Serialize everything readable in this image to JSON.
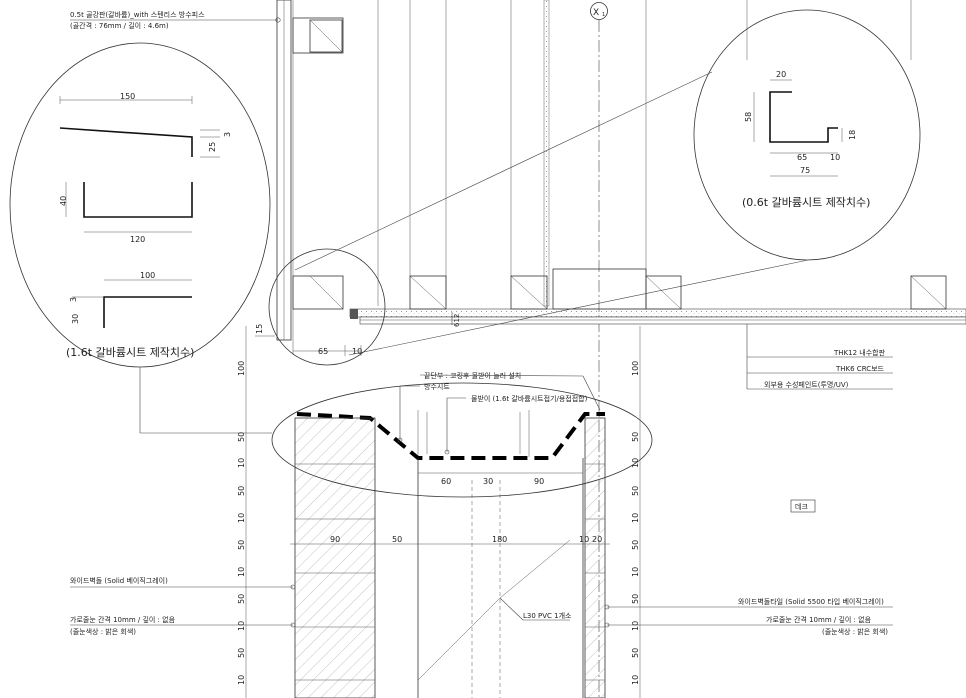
{
  "notes": {
    "top_left_line1": "0.5t 골강판(갈바륨)_with 스텐리스 방수피스",
    "top_left_line2": "(골간격 : 76mm / 길이 : 4.6m)",
    "grid_marker": "X",
    "grid_marker_sub": "1"
  },
  "detail_left": {
    "caption": "(1.6t 갈바륨시트 제작치수)",
    "dims": {
      "a": "150",
      "b": "3",
      "c": "25",
      "d": "40",
      "e": "120",
      "f": "100",
      "g": "3",
      "h": "30"
    }
  },
  "detail_right": {
    "caption": "(0.6t 갈바륨시트 제작치수)",
    "dims": {
      "a": "20",
      "b": "58",
      "c": "18",
      "d": "65",
      "e": "10",
      "f": "75"
    }
  },
  "small_circle_dims": {
    "a": "15",
    "b": "65",
    "c": "10"
  },
  "right_labels": {
    "l1": "THK12 내수합판",
    "l2": "THK6 CRC보드",
    "l3": "외부용 수성페인트(투명/UV)"
  },
  "gutter_labels": {
    "l1": "끝단부 : 코킹후 물받이 늘러 설치",
    "l2": "방수시트",
    "l3": "물받이 (1.6t 갈바륨시트접기/용접접합)"
  },
  "gutter_dims": {
    "a": "60",
    "b": "30",
    "c": "90",
    "mid": "612"
  },
  "wall_dims": {
    "a": "90",
    "b": "50",
    "c": "180",
    "d": "10",
    "e": "20"
  },
  "left_vdims": [
    "100",
    "15",
    "50",
    "10",
    "50",
    "10",
    "50",
    "10",
    "50",
    "10",
    "50",
    "10"
  ],
  "right_vdims": [
    "100",
    "50",
    "10",
    "50",
    "10",
    "50",
    "10",
    "50",
    "10",
    "50",
    "10"
  ],
  "deck_label": "데크",
  "wall_labels": {
    "left1": "와이드벽돌 (Solid 베이직그레이)",
    "left2": "가로줄눈 간격 10mm / 깊이 : 없음",
    "left3": "(줄눈색상 : 밝은 회색)",
    "pvc": "L30 PVC 1개소",
    "right1": "와이드벽돌타일 (Solid 5500 타입 베이직그레이)",
    "right2": "가로줄눈 간격 10mm / 깊이 : 없음",
    "right3": "(줄눈색상 : 밝은 회색)"
  }
}
